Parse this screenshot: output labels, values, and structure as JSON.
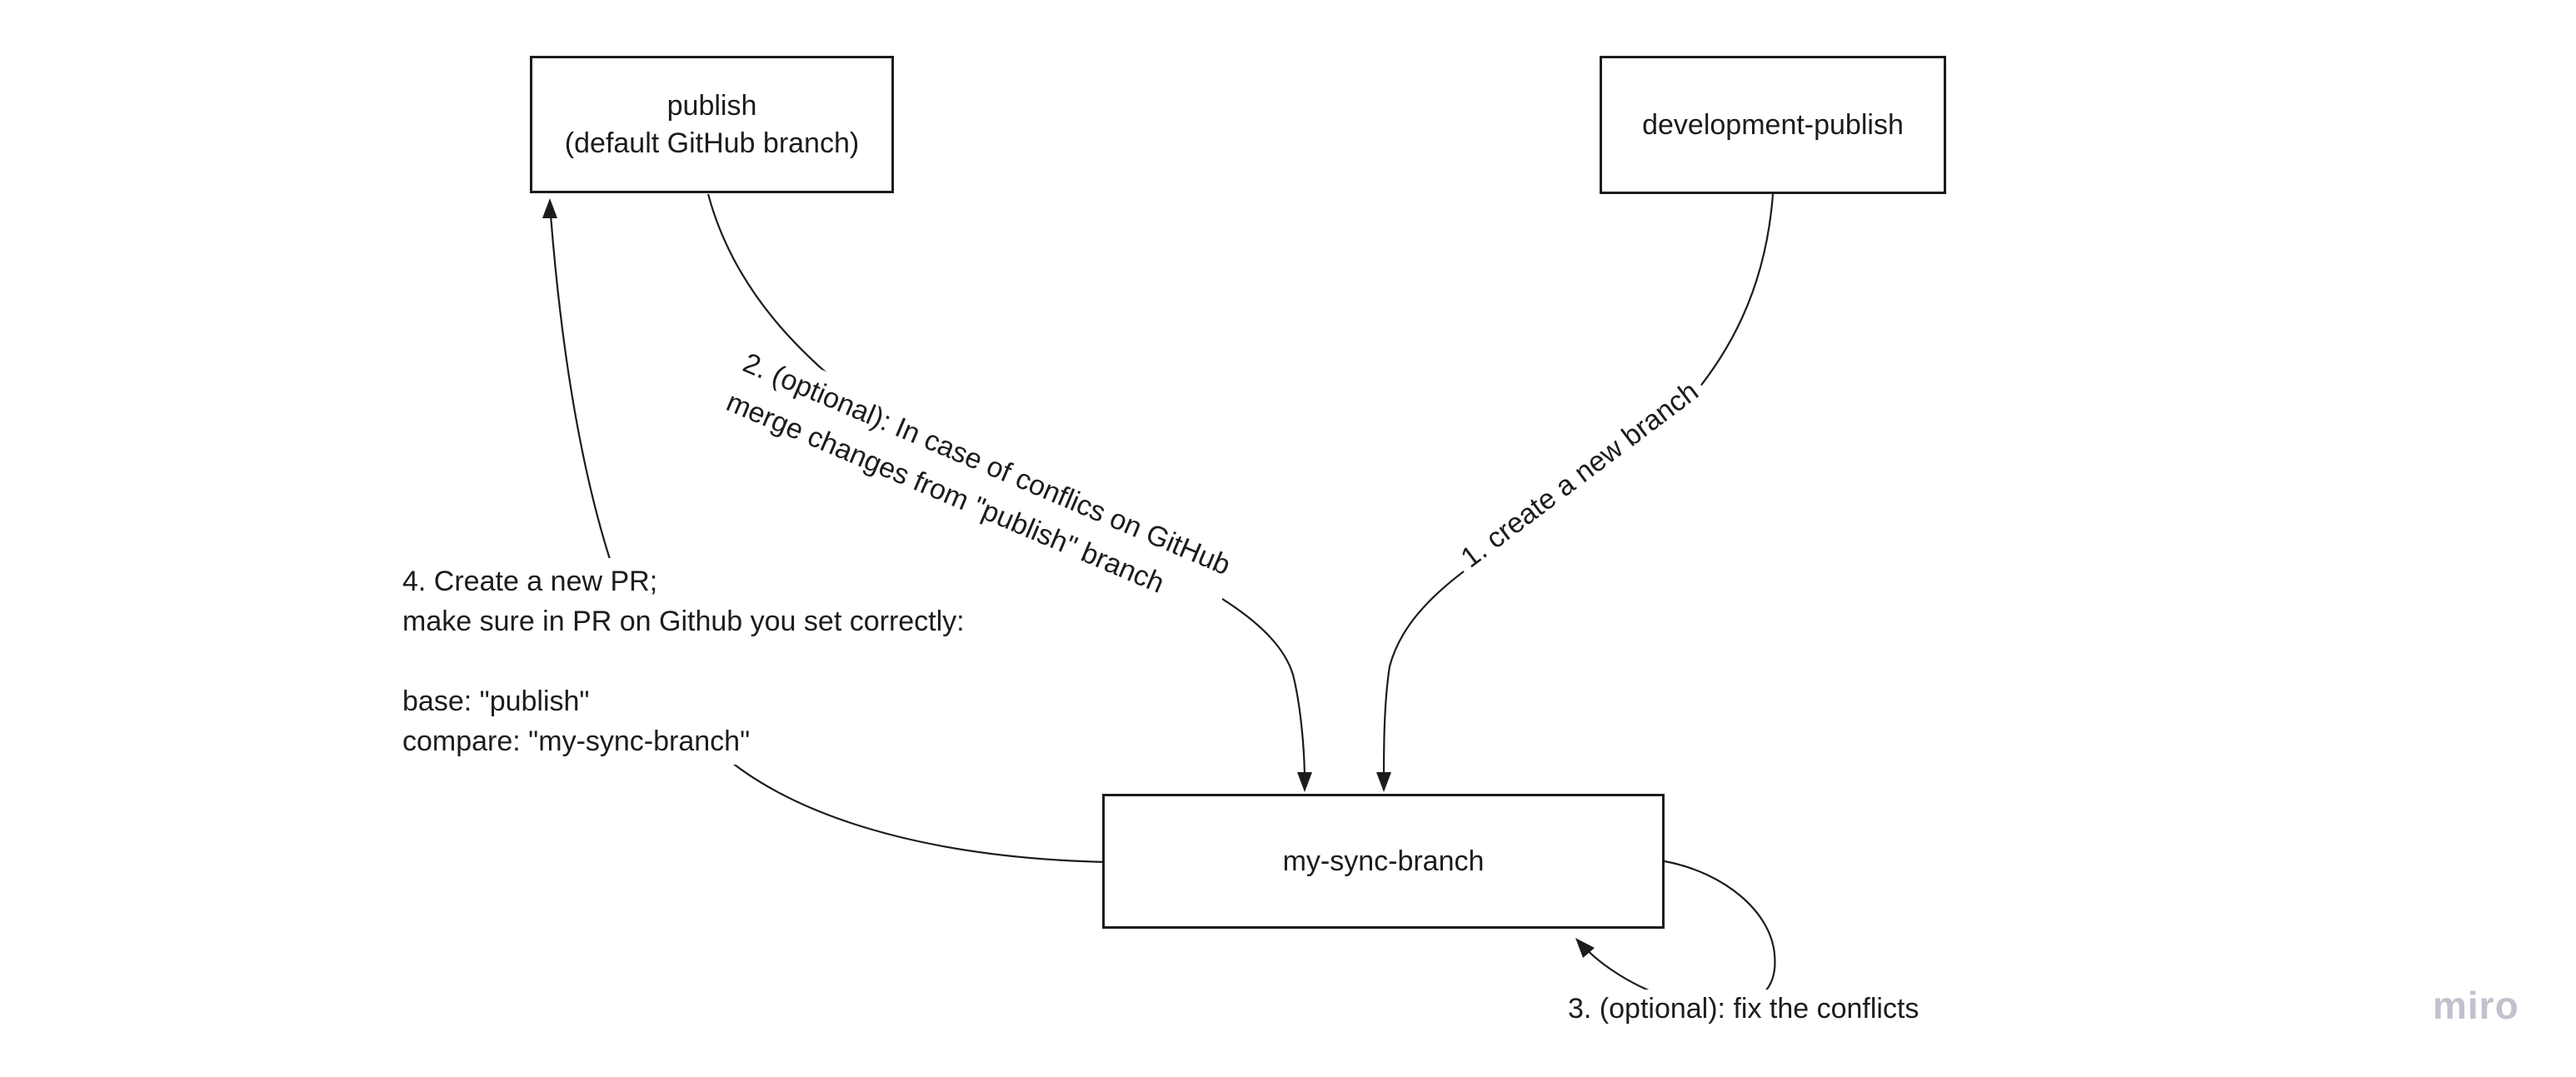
{
  "board": {
    "background": "#ffffff",
    "ink_color": "#1c1c1c"
  },
  "nodes": {
    "publish": {
      "label": "publish\n(default GitHub branch)"
    },
    "development_publish": {
      "label": "development-publish"
    },
    "my_sync_branch": {
      "label": "my-sync-branch"
    }
  },
  "connectors": {
    "step1": {
      "label": "1. create a new branch"
    },
    "step2": {
      "label": "2. (optional): In case of conflics on GitHub\nmerge changes from \"publish\" branch"
    },
    "step3": {
      "label": "3. (optional): fix the conflicts"
    },
    "step4": {
      "label": "4. Create a new PR;\nmake sure in PR on Github you set correctly:\n\nbase: \"publish\"\ncompare: \"my-sync-branch\""
    }
  },
  "watermark": {
    "label": "miro",
    "color": "#c2c1ce"
  }
}
